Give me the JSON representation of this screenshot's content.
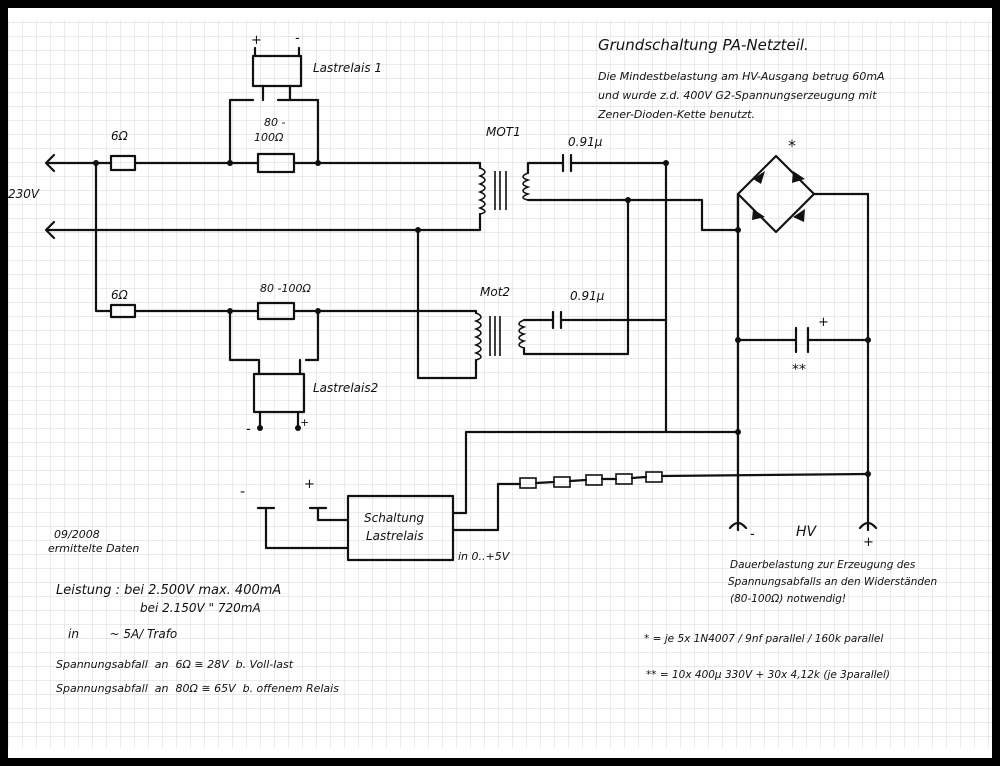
{
  "header": {
    "title": "Grundschaltung PA-Netzteil.",
    "note_lines": [
      "Die Mindestbelastung am HV-Ausgang betrug 60mA",
      "und wurde z.d. 400V G2-Spannungserzeugung mit",
      "Zener-Dioden-Kette benutzt."
    ]
  },
  "circuit": {
    "mains_label": "230V",
    "relay1": "Lastrelais 1",
    "relay2": "Lastrelais2",
    "relay1_plus": "+",
    "relay1_minus": "-",
    "relay2_minus": "-",
    "relay2_plus": "+",
    "r_series_top": "6Ω",
    "r_series_bottom": "6Ω",
    "r_load_top_a": "80 -",
    "r_load_top_b": "100Ω",
    "r_load_bottom": "80 -100Ω",
    "mot1": "MOT1",
    "mot2": "Mot2",
    "cap1": "0.91µ",
    "cap2": "0.91µ",
    "rect_mark": "*",
    "cap_filter_mark": "**",
    "cap_filter_plus": "+",
    "control_box": [
      "Schaltung",
      "Lastrelais"
    ],
    "control_in_minus": "-",
    "control_in_plus": "+",
    "control_input": "in 0..+5V",
    "hv_minus": "-",
    "hv_label": "HV",
    "hv_plus": "+"
  },
  "notes": {
    "date_line1": "09/2008",
    "date_line2": "ermittelte Daten",
    "power": [
      "Leistung : bei 2.500V  max. 400mA",
      "bei 2.150V  \"  720mA"
    ],
    "trafo": "in        ~ 5A/ Trafo",
    "drop1": "Spannungsabfall  an  6Ω ≅ 28V  b. Voll-last",
    "drop2": "Spannungsabfall  an  80Ω ≅ 65V  b. offenem Relais",
    "continuous_load": [
      "Dauerbelastung zur Erzeugung des",
      "Spannungsabfalls an den Widerständen",
      "(80-100Ω) notwendig!"
    ],
    "legend1": "* = je 5x 1N4007 / 9nf parallel / 160k parallel",
    "legend2": "** = 10x 400µ 330V + 30x 4,12k (je 3parallel)"
  }
}
